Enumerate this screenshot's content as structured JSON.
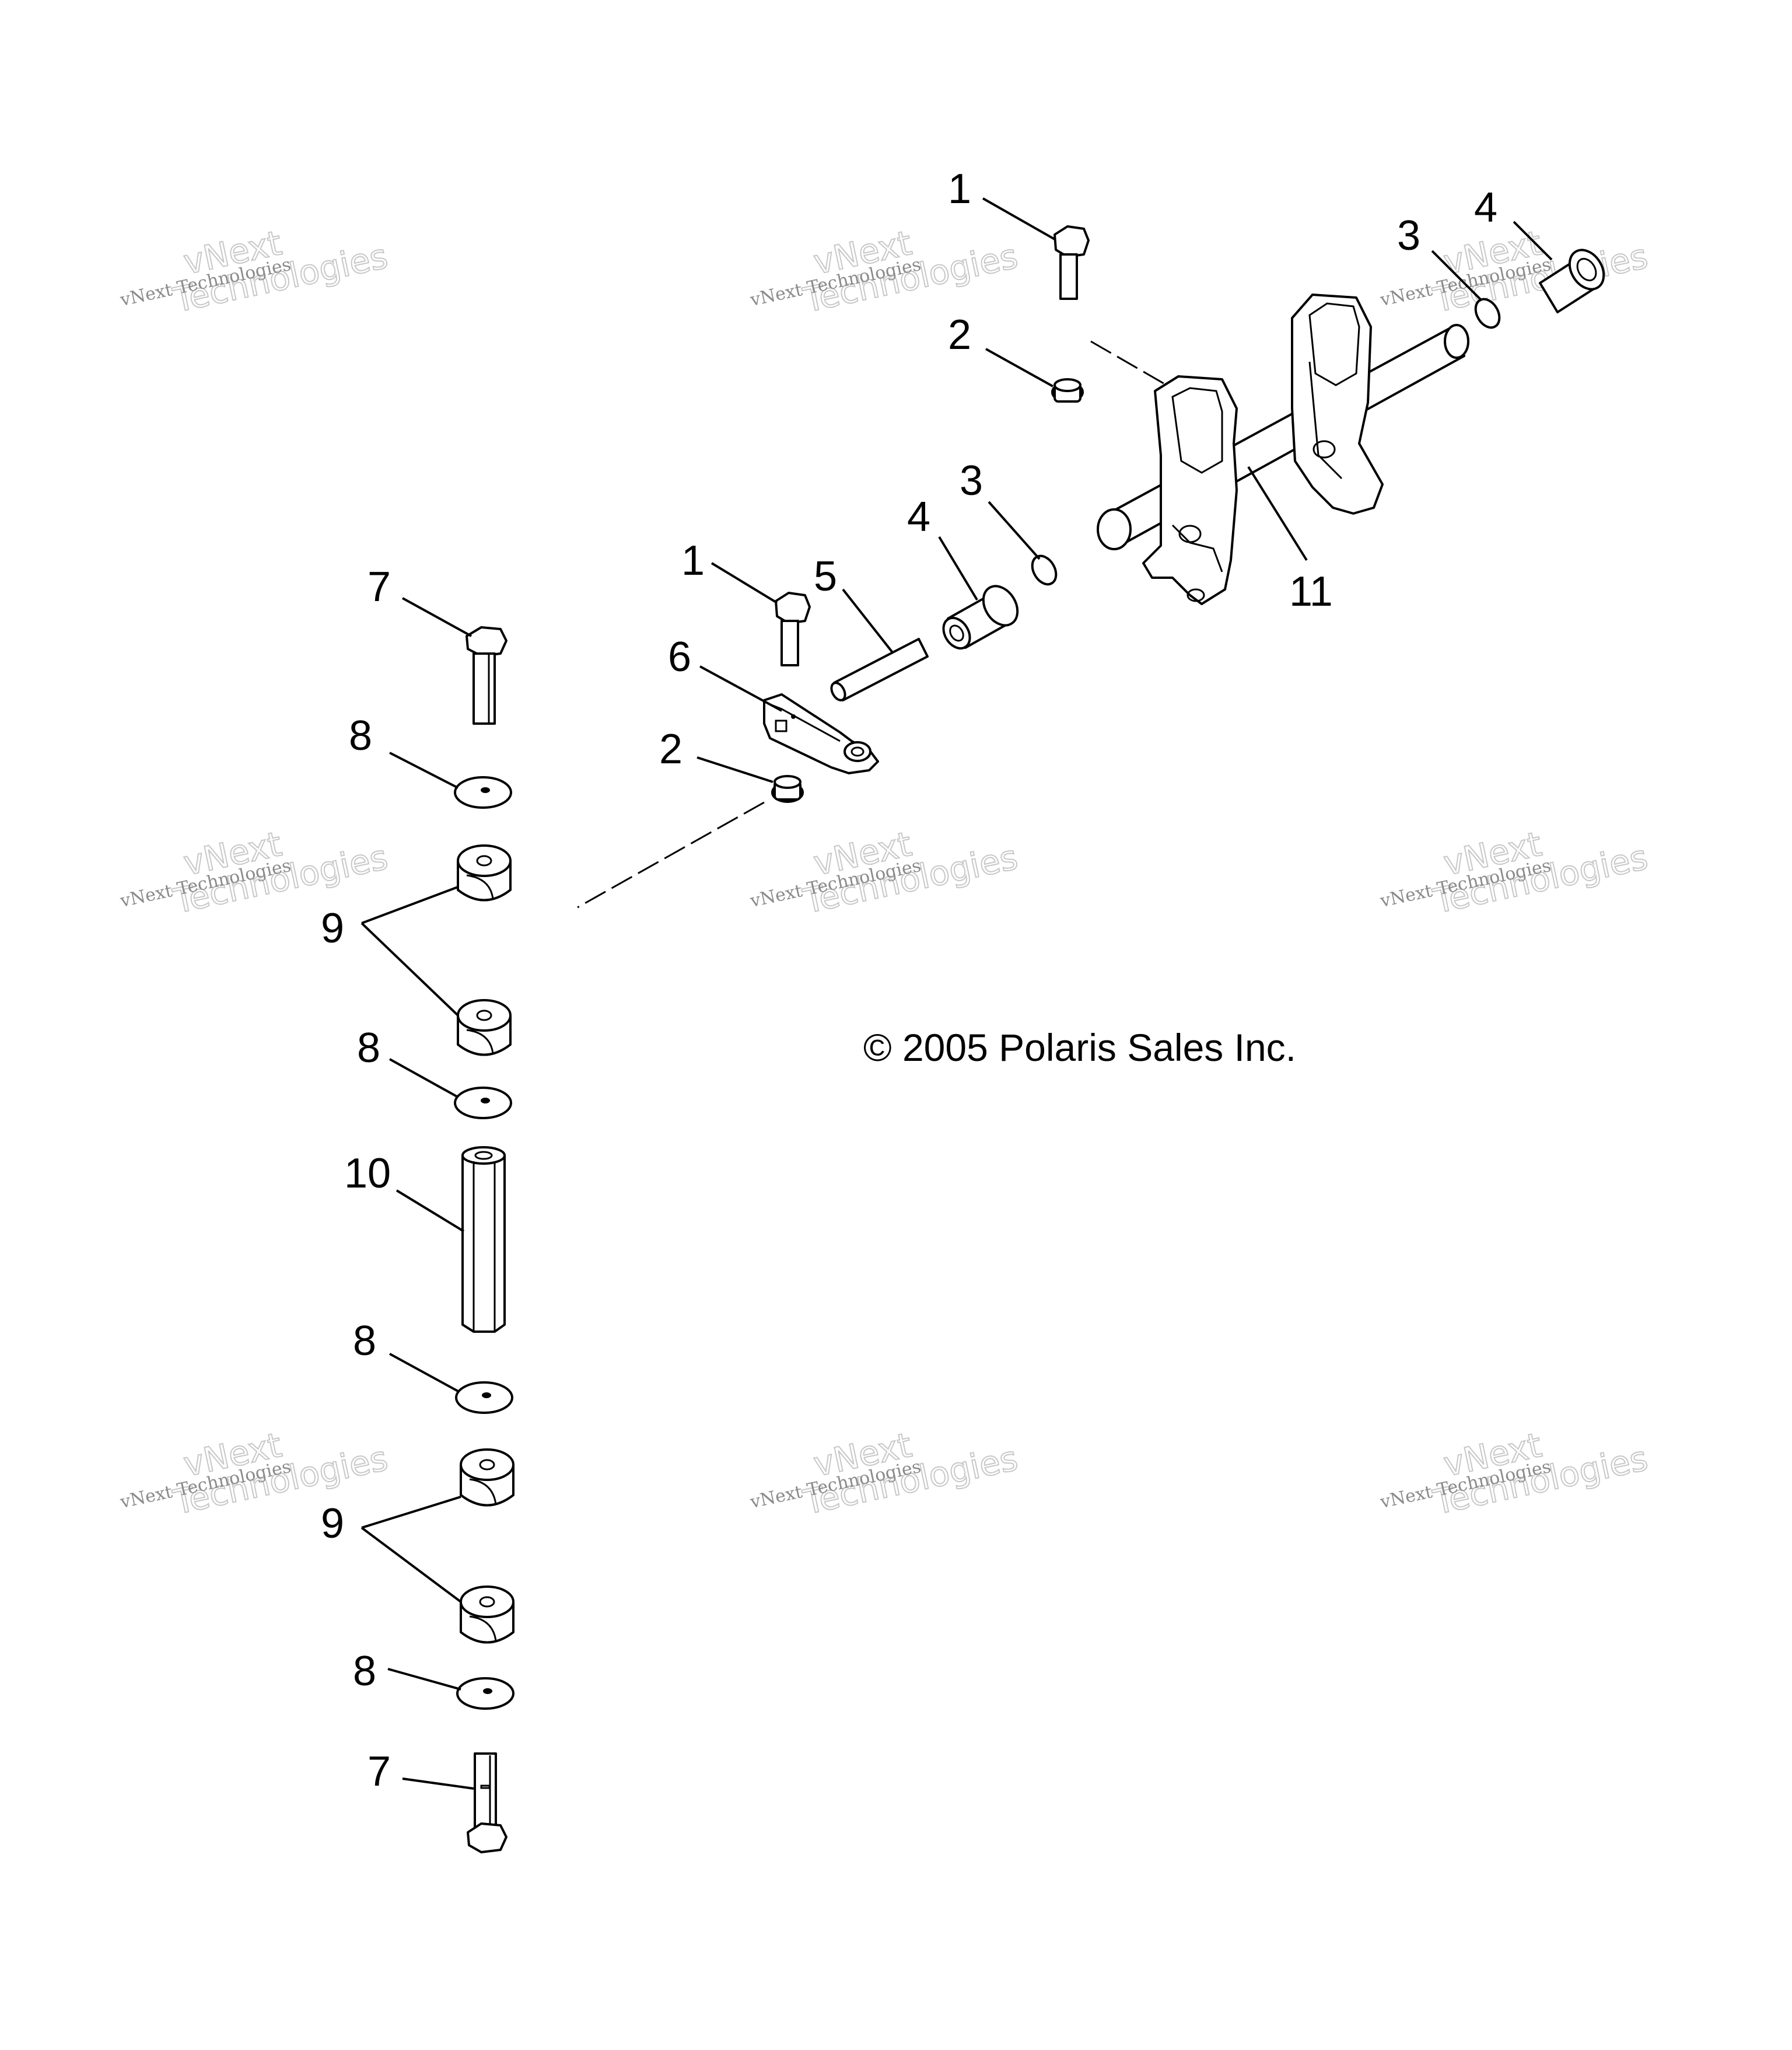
{
  "copyright": "© 2005 Polaris Sales Inc.",
  "watermark": {
    "line1": "vNext Technologies",
    "line2_top": "vNext",
    "line2_bottom": "Technologies"
  },
  "callouts": {
    "top_bolt": "1",
    "top_nut": "2",
    "top_oring": "3",
    "top_bushing": "4",
    "mid_oring": "3",
    "mid_bushing": "4",
    "mid_bolt": "1",
    "pin": "5",
    "bracket": "6",
    "mid_nut": "2",
    "arm": "11",
    "bolt_top": "7",
    "washer_a": "8",
    "grommet_a": "9",
    "washer_b": "8",
    "spacer": "10",
    "washer_c": "8",
    "grommet_b": "9",
    "washer_d": "8",
    "bolt_bottom": "7"
  }
}
